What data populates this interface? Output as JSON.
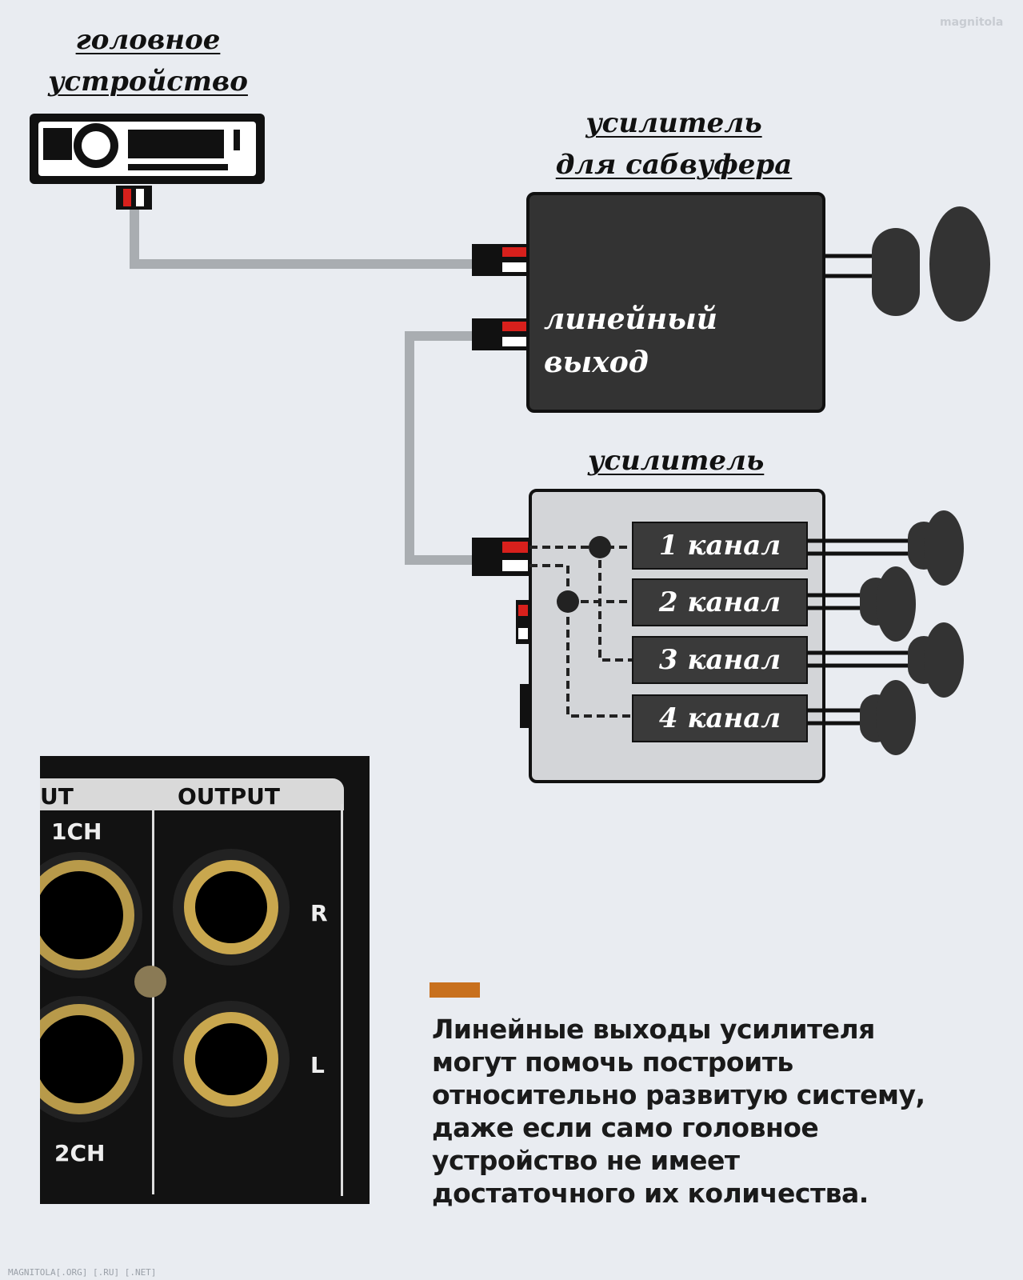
{
  "labels": {
    "head_unit": [
      "головное",
      "устройство"
    ],
    "sub_amp": [
      "усилитель",
      "для сабвуфера"
    ],
    "line_out": [
      "линейный",
      "выход"
    ],
    "amp": "усилитель"
  },
  "channels": [
    "1 канал",
    "2 канал",
    "3 канал",
    "4 канал"
  ],
  "photo": {
    "input_partial": "UT",
    "output": "OUTPUT",
    "ch1": "1CH",
    "ch2": "2CH",
    "right": "R",
    "left": "L"
  },
  "caption": "Линейные выходы усилителя могут помочь построить относительно развитую систему, даже если само головное устройство не имеет достаточного их количества.",
  "watermark": "MAGNITOLA[.ORG] [.RU] [.NET]",
  "logo": "magnitola",
  "colors": {
    "accent": "#c8701e",
    "cable": "#a9adb1",
    "box_dark": "#333333",
    "box_light": "#d3d5d8",
    "rca_red": "#d8201c"
  }
}
